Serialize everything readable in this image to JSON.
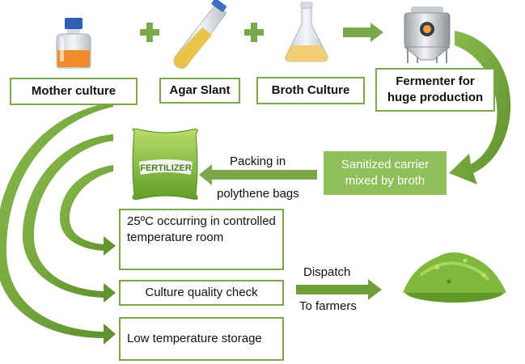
{
  "colors": {
    "accent_green": "#7aa84a",
    "arrow_green": "#6f9f3a",
    "box_fill_green": "#8fbe5a",
    "powder_green": "#7fb83a"
  },
  "icons": {
    "bottle": "culture-bottle-icon",
    "tube": "agar-slant-tube-icon",
    "flask": "broth-flask-icon",
    "fermenter": "fermenter-tank-icon",
    "bag": "fertilizer-bag-icon",
    "powder": "green-powder-icon"
  },
  "top_row": {
    "mother_culture": "Mother culture",
    "agar_slant": "Agar Slant",
    "broth_culture": "Broth Culture",
    "fermenter": "Fermenter for huge production"
  },
  "carrier": "Sanitized carrier mixed by broth",
  "packing": {
    "line1": "Packing in",
    "line2": "polythene bags"
  },
  "bag_label": "FERTILIZER",
  "storage_steps": {
    "temperature_room": "25ºC occurring in controlled temperature room",
    "quality_check": "Culture quality check",
    "low_temp": "Low temperature storage"
  },
  "dispatch": {
    "line1": "Dispatch",
    "line2": "To farmers"
  }
}
